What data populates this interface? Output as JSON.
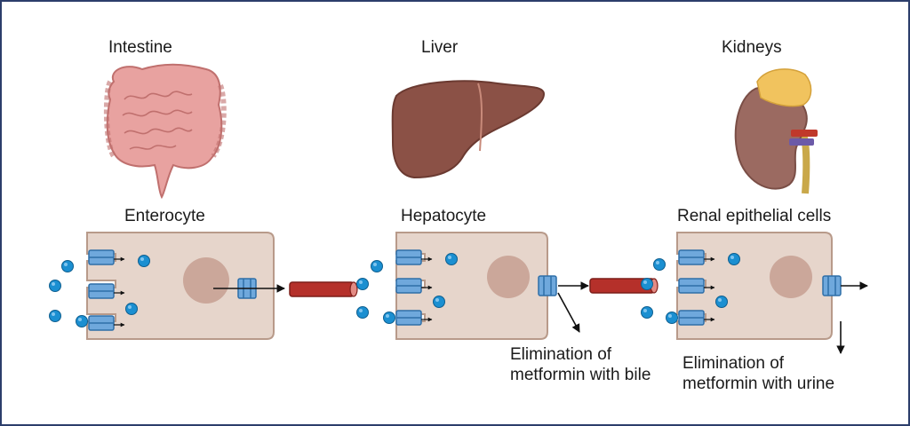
{
  "organs": {
    "intestine": "Intestine",
    "liver": "Liver",
    "kidneys": "Kidneys"
  },
  "cells": {
    "enterocyte": "Enterocyte",
    "hepatocyte": "Hepatocyte",
    "renal": "Renal epithelial cells"
  },
  "notes": {
    "bile_line1": "Elimination of",
    "bile_line2": "metformin with bile",
    "urine_line1": "Elimination of",
    "urine_line2": "metformin with urine"
  },
  "icons": [
    "intestine-icon",
    "liver-icon",
    "kidney-icon",
    "transporter-icon",
    "metformin-molecule-icon",
    "blood-vessel-icon"
  ],
  "colors": {
    "frame": "#2c3e6b",
    "cell_fill": "#e6d5cb",
    "cell_stroke": "#b89a8a",
    "nucleus": "#cba79a",
    "transporter": "#6fa8dc",
    "molecule": "#1b8fd1",
    "vessel": "#b5302a",
    "intestine": "#e8a2a0",
    "liver": "#8b5146",
    "kidney": "#9b6a61",
    "adrenal": "#f1c35e"
  }
}
